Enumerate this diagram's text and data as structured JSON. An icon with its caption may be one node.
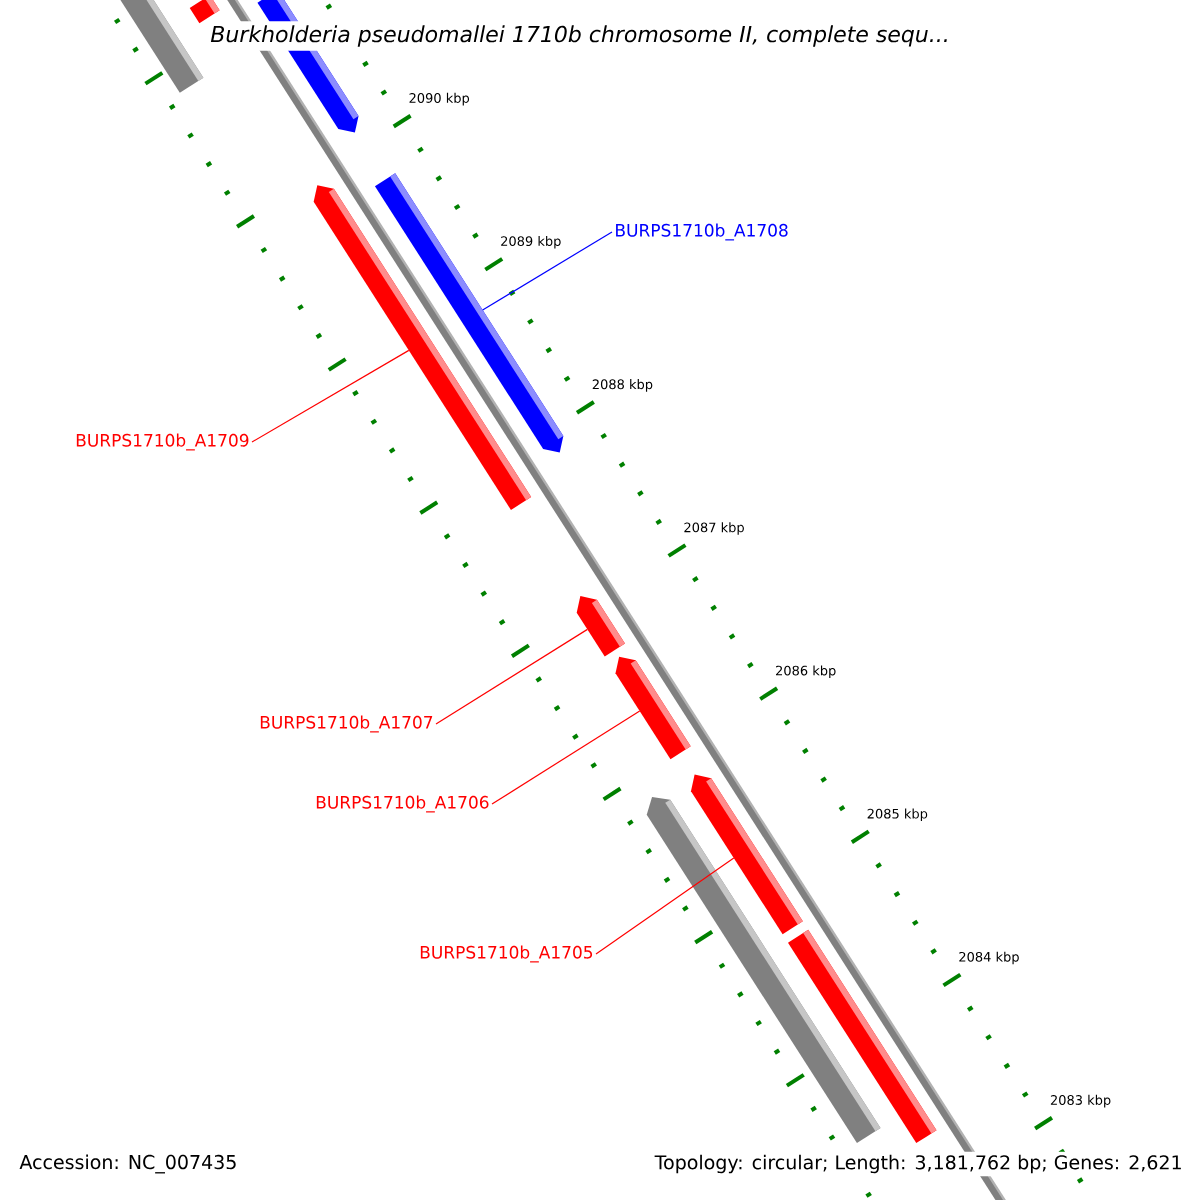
{
  "diagram": {
    "title": "*Burkholderia pseudomallei* 1710b chromosome II, complete sequ...",
    "nodes": [
      {
        "text": [
          "BURPS1710b_A1708"
        ]
      },
      {
        "text": [],
        "shape": "bar"
      },
      {
        "text": [
          "BURPS1710b_A1709"
        ]
      },
      {
        "text": [],
        "shape": "bar"
      },
      {
        "text": [
          "BURPS1710b_A1707"
        ]
      },
      {
        "text": [],
        "shape": "bar"
      },
      {
        "text": [
          "BURPS1710b_A1706"
        ]
      },
      {
        "text": [],
        "shape": "bar"
      },
      {
        "text": [
          "BURPS1710b_A1705"
        ]
      },
      {
        "text": [],
        "shape": "bar"
      },
      {
        "text": [],
        "shape": "bar"
      },
      {
        "text": [],
        "shape": "bar"
      },
      {
        "text": [],
        "shape": "bar"
      },
      {
        "text": [],
        "shape": "bar"
      },
      {
        "text": [],
        "shape": "bar"
      }
    ],
    "edges": [
      {
        "from": 0,
        "to": 1,
        "arrow": "none",
        "color": "#0000ff"
      },
      {
        "from": 2,
        "to": 3,
        "arrow": "none"
      },
      {
        "from": 4,
        "to": 5,
        "arrow": "none"
      },
      {
        "from": 6,
        "to": 7,
        "arrow": "none"
      },
      {
        "from": 8,
        "to": 9,
        "arrow": "none"
      }
    ],
    "labels": [
      "2090 kbp",
      "2089 kbp",
      "2088 kbp",
      "2087 kbp",
      "2086 kbp",
      "2085 kbp",
      "2084 kbp",
      "2083 kbp",
      "Accession: NC_007435",
      "Topology: circular; Length: 3,181,762 bp; Genes: 2,621"
    ]
  }
}
